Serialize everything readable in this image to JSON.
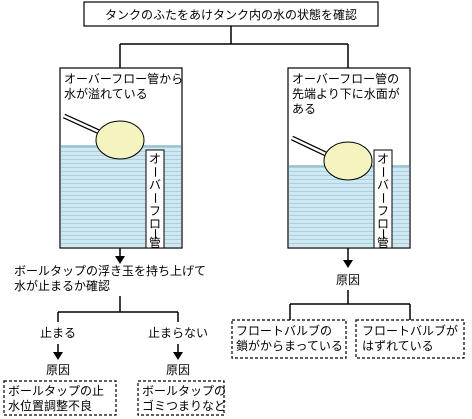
{
  "title": "タンクのふたをあけタンク内の水の状態を確認",
  "left_tank": {
    "line1": "オーバーフロー管から",
    "line2": "水が溢れている",
    "pipe_chars": [
      "オ",
      "ー",
      "バ",
      "ー",
      "フ",
      "ロ",
      "ー",
      "管"
    ]
  },
  "right_tank": {
    "line1": "オーバーフロー管の",
    "line2": "先端より下に水面が",
    "line3": "ある",
    "pipe_chars": [
      "オ",
      "ー",
      "バ",
      "ー",
      "フ",
      "ロ",
      "ー",
      "管"
    ]
  },
  "check": {
    "line1": "ボールタップの浮き玉を持ち上げて",
    "line2": "水が止まるか確認"
  },
  "cause_label": "原因",
  "branch_stop": "止まる",
  "branch_nostop": "止まらない",
  "boxes": {
    "stop_line1": "ボールタップの止",
    "stop_line2": "水位置調整不良",
    "nostop_line1": "ボールタップの",
    "nostop_line2": "ゴミつまりなど",
    "valve_line1": "フロートバルブの",
    "valve_line2": "鎖がからまっている",
    "off_line1": "フロートバルブが",
    "off_line2": "はずれている"
  },
  "colors": {
    "water": "#c8e6f0",
    "water_line": "#7fb3c8",
    "ball": "#f5f3c0",
    "dash": "#000000"
  }
}
